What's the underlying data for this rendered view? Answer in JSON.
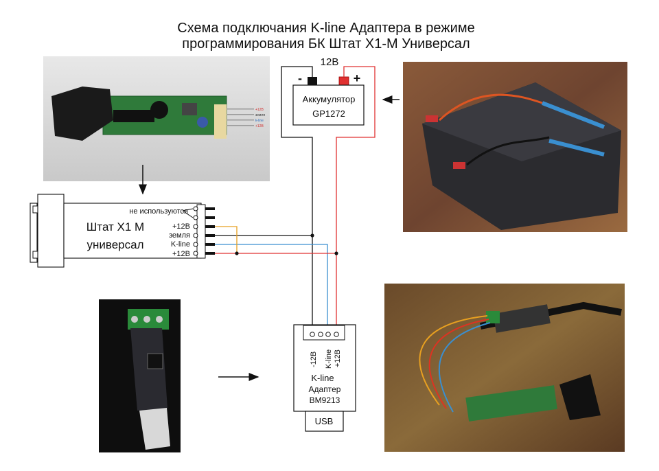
{
  "title": {
    "line1": "Схема подключания K-line Адаптера в режиме",
    "line2": "программирования БК Штат Х1-М Универсал"
  },
  "battery": {
    "voltage": "12В",
    "minus": "-",
    "plus": "+",
    "name": "Аккумулятор",
    "model": "GP1272"
  },
  "computer": {
    "name_line1": "Штат X1 М",
    "name_line2": "универсал",
    "pins": {
      "unused": "не используются",
      "plus12_a": "+12В",
      "ground": "земля",
      "kline": "K-line",
      "plus12_b": "+12В"
    }
  },
  "adapter": {
    "pin1": "-12В",
    "pin2": "K-line",
    "pin3": "+12В",
    "line1": "K-line",
    "line2": "Адаптер",
    "model": "BM9213",
    "usb": "USB"
  },
  "photo_labels": {
    "p1": "+12В",
    "p2": "земля",
    "p3": "k-line",
    "p4": "+12В"
  },
  "colors": {
    "red_wire": "#e03030",
    "blue_wire": "#3a8fd0",
    "orange_wire": "#e8a020",
    "black_wire": "#111111"
  }
}
